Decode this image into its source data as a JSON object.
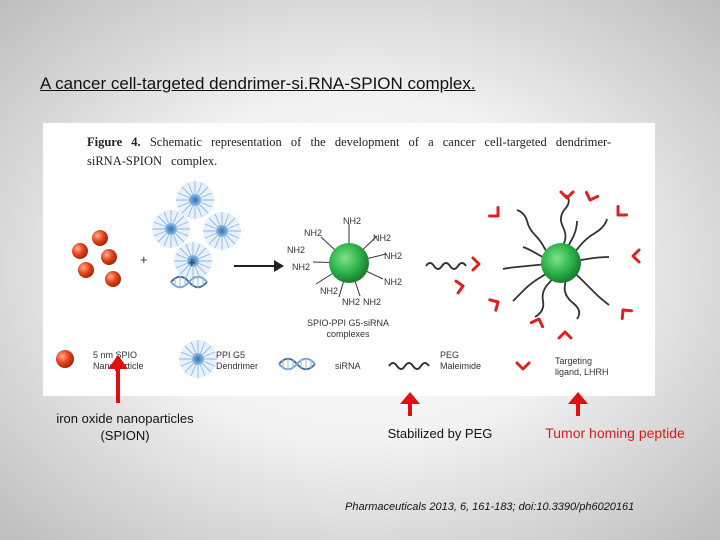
{
  "slide": {
    "title": "A cancer cell-targeted dendrimer-si.RNA-SPION complex."
  },
  "figure": {
    "caption_bold": "Figure 4.",
    "caption_text": "Schematic representation of the development of a cancer cell-targeted dendrimer-siRNA-SPION complex.",
    "plus_1": "+",
    "plus_2": "+",
    "complex_label": "SPIO-PPI G5-siRNA complexes",
    "nh2_labels": [
      "NH2",
      "NH2",
      "NH2",
      "NH2",
      "NH2",
      "NH2",
      "NH2",
      "NH2",
      "NH2",
      "NH2"
    ],
    "legend": {
      "spion": "5 nm SPIO Nanoparticle",
      "dendrimer": "PPI G5 Dendrimer",
      "sirna": "siRNA",
      "peg": "PEG Maleimide",
      "ligand": "Targeting ligand, LHRH"
    }
  },
  "annotations": {
    "spion": "iron oxide nanoparticles (SPION)",
    "peg": "Stabilized by PEG",
    "tumor": "Tumor homing peptide"
  },
  "citation": "Pharmaceuticals 2013, 6, 161-183; doi:10.3390/ph6020161",
  "colors": {
    "spion_red": "#e8431a",
    "dendrimer_blue": "#6fa3d6",
    "core_green": "#2db34a",
    "ligand_red": "#e02020",
    "arrow_red": "#e01010"
  }
}
